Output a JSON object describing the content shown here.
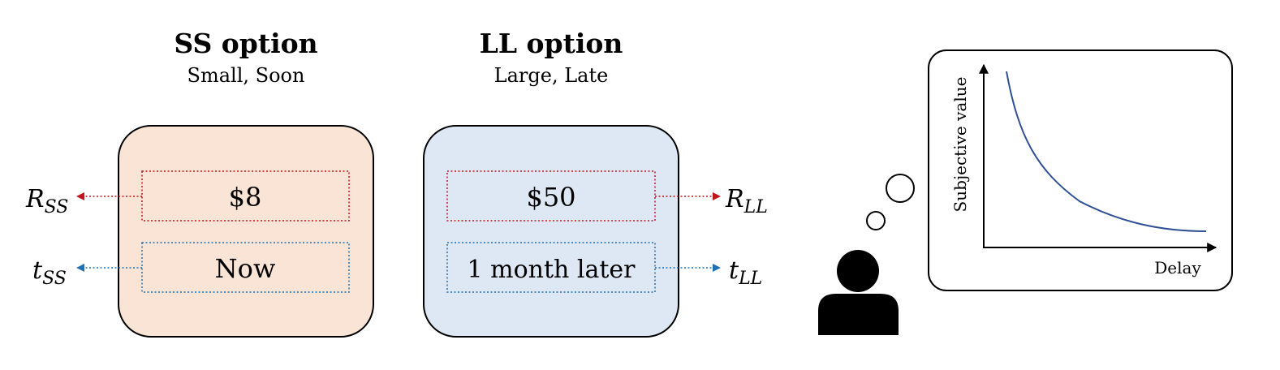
{
  "ss": {
    "title": "SS option",
    "subtitle": "Small, Soon",
    "reward": "$8",
    "time": "Now",
    "reward_symbol": {
      "base": "R",
      "sub": "SS"
    },
    "time_symbol": {
      "base": "t",
      "sub": "SS"
    },
    "box_fill": "#f9e4d6"
  },
  "ll": {
    "title": "LL option",
    "subtitle": "Large, Late",
    "reward": "$50",
    "time": "1 month later",
    "reward_symbol": {
      "base": "R",
      "sub": "LL"
    },
    "time_symbol": {
      "base": "t",
      "sub": "LL"
    },
    "box_fill": "#dde8f4"
  },
  "colors": {
    "reward": "#c0141c",
    "time": "#1f6fb4",
    "curve": "#2f4f95"
  },
  "graph": {
    "ylabel": "Subjective value",
    "xlabel": "Delay"
  },
  "icons": {
    "person": "person-icon",
    "thought": "thought-bubble-icon"
  }
}
